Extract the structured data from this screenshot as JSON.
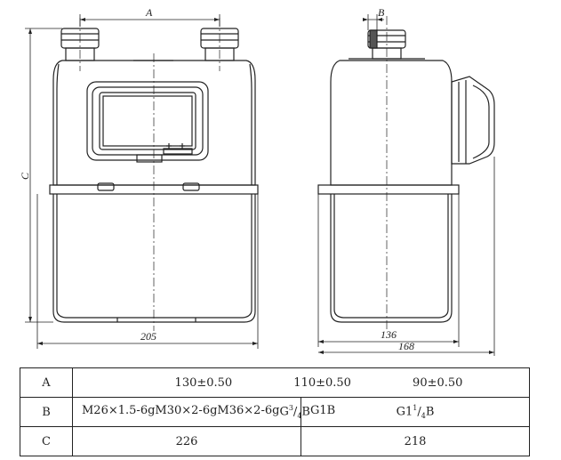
{
  "drawing": {
    "dim_labels": {
      "a": "A",
      "b": "B",
      "c": "C",
      "front_width": "205",
      "side_body_width": "136",
      "side_total_width": "168"
    }
  },
  "table": {
    "row_a": {
      "label": "A",
      "values": [
        "130±0.50",
        "110±0.50",
        "90±0.50"
      ]
    },
    "row_b": {
      "label": "B",
      "values": [
        "M26×1.5-6g",
        "M30×2-6g",
        "M36×2-6g"
      ],
      "g34": {
        "base": "G",
        "num": "3",
        "den": "4",
        "suffix": "B"
      },
      "g1b": "G1B",
      "g114": {
        "base": "G1",
        "num": "1",
        "den": "4",
        "suffix": "B"
      }
    },
    "row_c": {
      "label": "C",
      "value_main": "226",
      "value_last": "218"
    }
  }
}
